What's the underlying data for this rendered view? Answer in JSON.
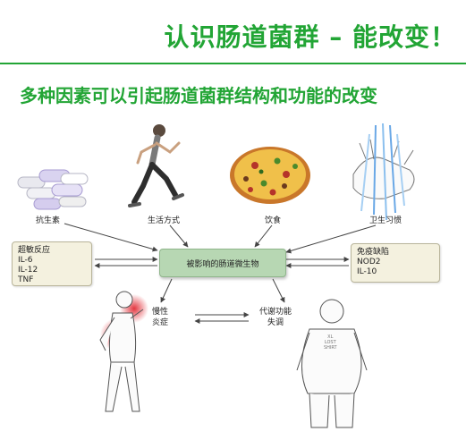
{
  "title": "认识肠道菌群 – 能改变！",
  "subtitle": "多种因素可以引起肠道菌群结构和功能的改变",
  "factors": {
    "antibiotics": "抗生素",
    "lifestyle": "生活方式",
    "diet": "饮食",
    "hygiene": "卫生习惯"
  },
  "center": "被影响的肠道微生物",
  "hypersensitivity": [
    "超敏反应",
    "IL-6",
    "IL-12",
    "TNF"
  ],
  "immune_deficiency": [
    "免疫缺陷",
    "NOD2",
    "IL-10"
  ],
  "inflammation": [
    "慢性",
    "炎症"
  ],
  "metabolic": [
    "代谢功能",
    "失调"
  ],
  "shirt_text": [
    "XL",
    "LOST",
    "SHIRT"
  ],
  "colors": {
    "accent": "#22a535",
    "center_box": "#b7d7b3",
    "side_box": "#f4f1df"
  }
}
